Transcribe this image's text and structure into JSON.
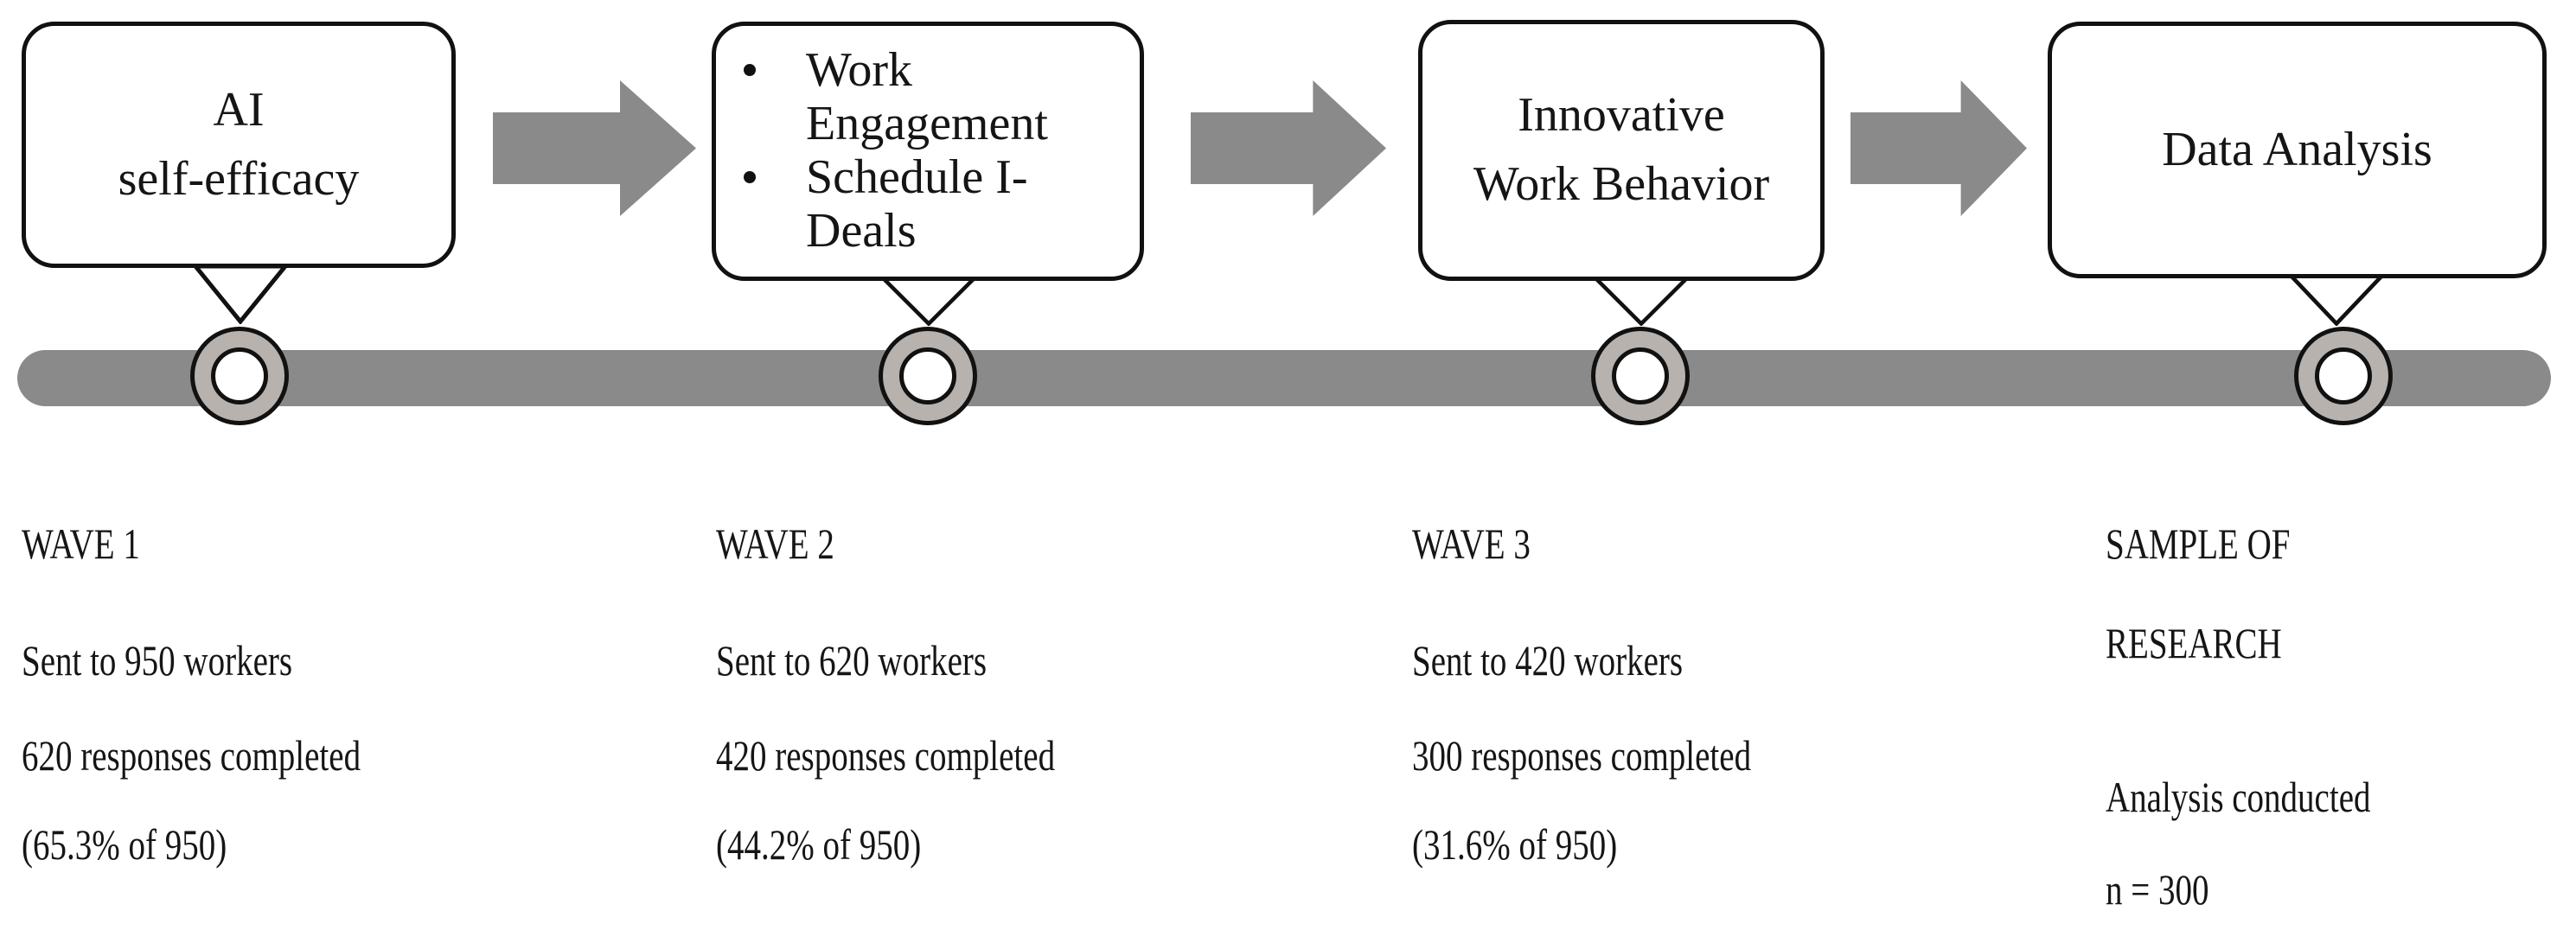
{
  "figure": {
    "type": "research-procedure-timeline-diagram"
  },
  "boxes": {
    "box1": {
      "line1": "AI",
      "line2": "self-efficacy"
    },
    "box2": {
      "items": [
        "Work Engagement",
        "Schedule I-Deals"
      ]
    },
    "box3": {
      "line1": "Innovative",
      "line2": "Work Behavior"
    },
    "box4": {
      "label": "Data Analysis"
    }
  },
  "columns": [
    {
      "title": "WAVE 1",
      "rows": [
        "Sent to 950 workers",
        "620 responses completed",
        "(65.3% of 950)"
      ]
    },
    {
      "title": "WAVE 2",
      "rows": [
        "Sent to 620 workers",
        "420 responses completed",
        "(44.2% of 950)"
      ]
    },
    {
      "title": "WAVE 3",
      "rows": [
        "Sent to 420 workers",
        "300 responses completed",
        "(31.6% of 950)"
      ]
    },
    {
      "title_line1": "SAMPLE OF",
      "title_line2": "RESEARCH",
      "rows": [
        "Analysis conducted",
        "n = 300"
      ]
    }
  ],
  "icons": {
    "arrow": "arrow-right-icon",
    "pointer": "callout-pointer-icon",
    "node": "timeline-node-icon"
  },
  "colors": {
    "background": "#ffffff",
    "bar": "#8a8a8a",
    "arrow": "#8a8a8a",
    "node_ring": "#b7b2ae",
    "outline": "#111111",
    "text": "#151515"
  }
}
